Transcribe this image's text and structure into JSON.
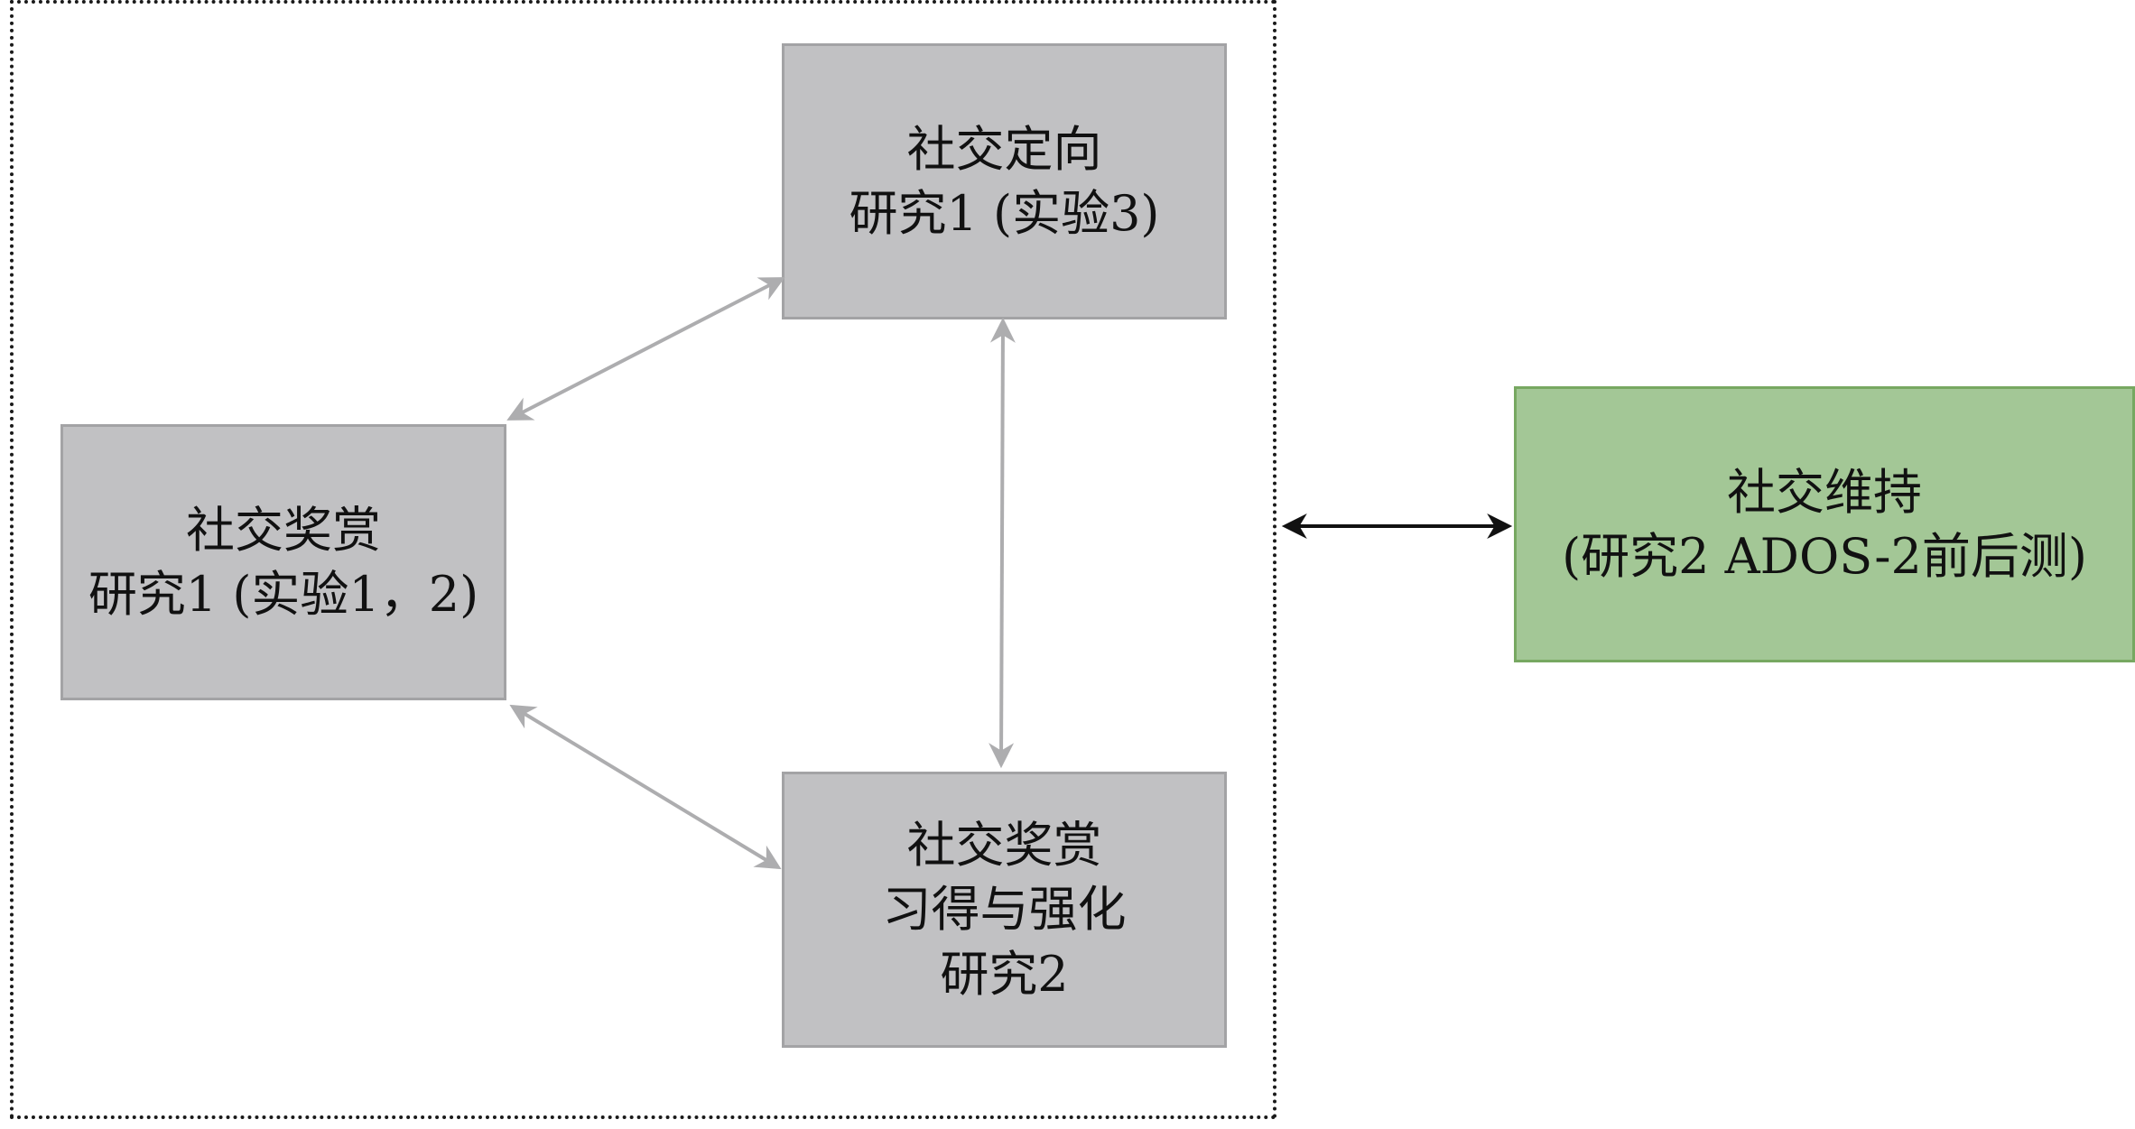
{
  "nodes": {
    "social_orientation": {
      "lines": [
        "社交定向",
        "研究1 (实验3)"
      ]
    },
    "social_reward": {
      "lines": [
        "社交奖赏",
        "研究1 (实验1，2)"
      ]
    },
    "reward_learning": {
      "lines": [
        "社交奖赏",
        "习得与强化",
        "研究2"
      ]
    },
    "social_maintenance": {
      "lines": [
        "社交维持",
        "(研究2 ADOS-2前后测)"
      ]
    }
  },
  "colors": {
    "node_gray_fill": "#c1c1c3",
    "node_gray_border": "#a3a3a5",
    "node_green_fill": "#a3c796",
    "node_green_border": "#77a861",
    "inner_arrow": "#adadaf",
    "outer_arrow": "#111111",
    "group_frame": "#1a1a1a"
  }
}
